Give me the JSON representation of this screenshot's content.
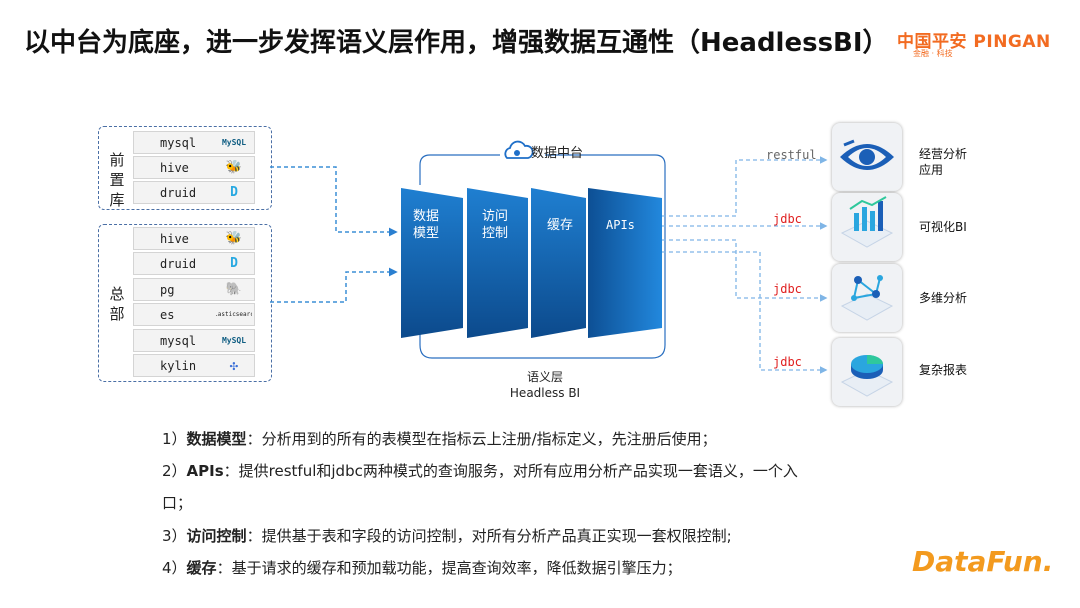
{
  "title": "以中台为底座，进一步发挥语义层作用，增强数据互通性（HeadlessBI）",
  "brand": {
    "name": "中国平安 PINGAN",
    "sub": "金融 · 科技"
  },
  "groups": [
    {
      "label": "前\n置\n库",
      "items": [
        {
          "name": "mysql",
          "logo_text": "MySQL",
          "logo_color": "#0f5d82"
        },
        {
          "name": "hive",
          "logo_text": "🐝",
          "logo_color": "#e9b318"
        },
        {
          "name": "druid",
          "logo_text": "D",
          "logo_color": "#29a9e1"
        }
      ]
    },
    {
      "label": "总\n部",
      "items": [
        {
          "name": "hive",
          "logo_text": "🐝",
          "logo_color": "#e9b318"
        },
        {
          "name": "druid",
          "logo_text": "D",
          "logo_color": "#29a9e1"
        },
        {
          "name": "pg",
          "logo_text": "🐘",
          "logo_color": "#336791"
        },
        {
          "name": "es",
          "logo_text": "elasticsearch",
          "logo_color": "#333333"
        },
        {
          "name": "mysql",
          "logo_text": "MySQL",
          "logo_color": "#0f5d82"
        },
        {
          "name": "kylin",
          "logo_text": "✣",
          "logo_color": "#3b6fd8"
        }
      ]
    }
  ],
  "platform": {
    "label": "数据中台",
    "panels": [
      "数据\n模型",
      "访问\n控制",
      "缓存",
      "APIs"
    ],
    "semantic_layer": "语义层\nHeadless BI"
  },
  "protocols": [
    {
      "text": "restful",
      "color": "#666666"
    },
    {
      "text": "jdbc",
      "color": "#e02020"
    },
    {
      "text": "jdbc",
      "color": "#e02020"
    },
    {
      "text": "jdbc",
      "color": "#e02020"
    }
  ],
  "apps": [
    {
      "label": "经营分析\n应用",
      "icon": "eye-icon"
    },
    {
      "label": "可视化BI",
      "icon": "bar-chart-icon"
    },
    {
      "label": "多维分析",
      "icon": "network-cube-icon"
    },
    {
      "label": "复杂报表",
      "icon": "pie-chart-icon"
    }
  ],
  "points": [
    {
      "num": "1）",
      "term": "数据模型",
      "desc": "：分析用到的所有的表模型在指标云上注册/指标定义，先注册后使用；"
    },
    {
      "num": "2）",
      "term": "APIs",
      "desc": "：提供restful和jdbc两种模式的查询服务，对所有应用分析产品实现一套语义，一个入"
    },
    {
      "num": "",
      "term": "",
      "desc": "口；"
    },
    {
      "num": "3）",
      "term": "访问控制",
      "desc": "：提供基于表和字段的访问控制，对所有分析产品真正实现一套权限控制;"
    },
    {
      "num": "4）",
      "term": "缓存",
      "desc": "：基于请求的缓存和预加载功能，提高查询效率，降低数据引擎压力；"
    }
  ],
  "footer_logo": "DataFun.",
  "colors": {
    "panel_dark": "#0d4f94",
    "panel_light": "#1f7fd1",
    "dashed": "#3c8fd6",
    "accent": "#1a5fae"
  }
}
